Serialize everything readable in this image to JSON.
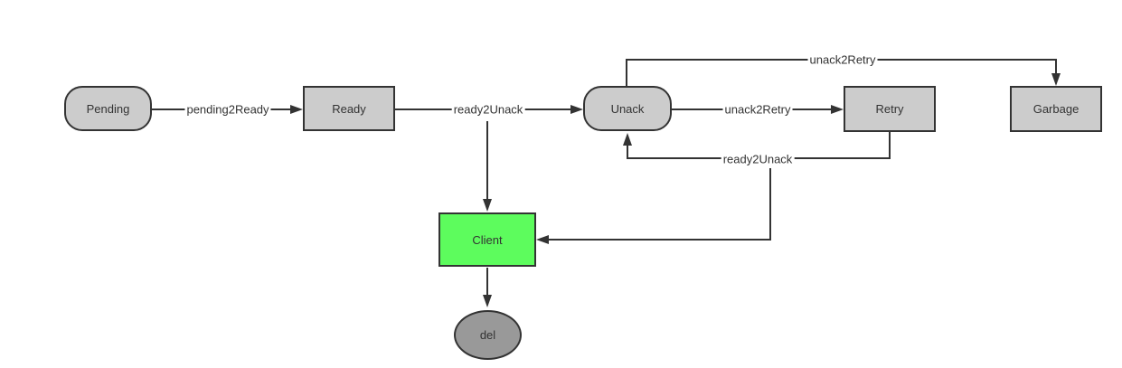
{
  "diagram": {
    "type": "flowchart-state-machine",
    "background": "#ffffff",
    "nodes": [
      {
        "id": "Pending",
        "label": "Pending",
        "shape": "stadium",
        "fill": "#cccccc",
        "stroke": "#333333"
      },
      {
        "id": "Ready",
        "label": "Ready",
        "shape": "rect",
        "fill": "#cccccc",
        "stroke": "#333333"
      },
      {
        "id": "Unack",
        "label": "Unack",
        "shape": "stadium",
        "fill": "#cccccc",
        "stroke": "#333333"
      },
      {
        "id": "Retry",
        "label": "Retry",
        "shape": "rect",
        "fill": "#cccccc",
        "stroke": "#333333"
      },
      {
        "id": "Garbage",
        "label": "Garbage",
        "shape": "rect",
        "fill": "#cccccc",
        "stroke": "#333333"
      },
      {
        "id": "Client",
        "label": "Client",
        "shape": "rect",
        "fill": "#5dfc5d",
        "stroke": "#333333"
      },
      {
        "id": "del",
        "label": "del",
        "shape": "ellipse",
        "fill": "#999999",
        "stroke": "#333333"
      }
    ],
    "edges": [
      {
        "from": "Pending",
        "to": "Ready",
        "label": "pending2Ready"
      },
      {
        "from": "Ready",
        "to": "Unack",
        "label": "ready2Unack"
      },
      {
        "from": "Unack",
        "to": "Retry",
        "label": "unack2Retry"
      },
      {
        "from": "Unack",
        "to": "Garbage",
        "label": "unack2Retry"
      },
      {
        "from": "Retry",
        "to": "Unack",
        "label": "ready2Unack"
      },
      {
        "from": "Ready",
        "to": "Client",
        "label": ""
      },
      {
        "from": "Retry",
        "to": "Client",
        "label": ""
      },
      {
        "from": "Client",
        "to": "del",
        "label": ""
      }
    ],
    "colors": {
      "node_fill": "#cccccc",
      "node_stroke": "#333333",
      "client_fill": "#5dfc5d",
      "del_fill": "#999999",
      "edge": "#333333",
      "text": "#333333"
    }
  }
}
